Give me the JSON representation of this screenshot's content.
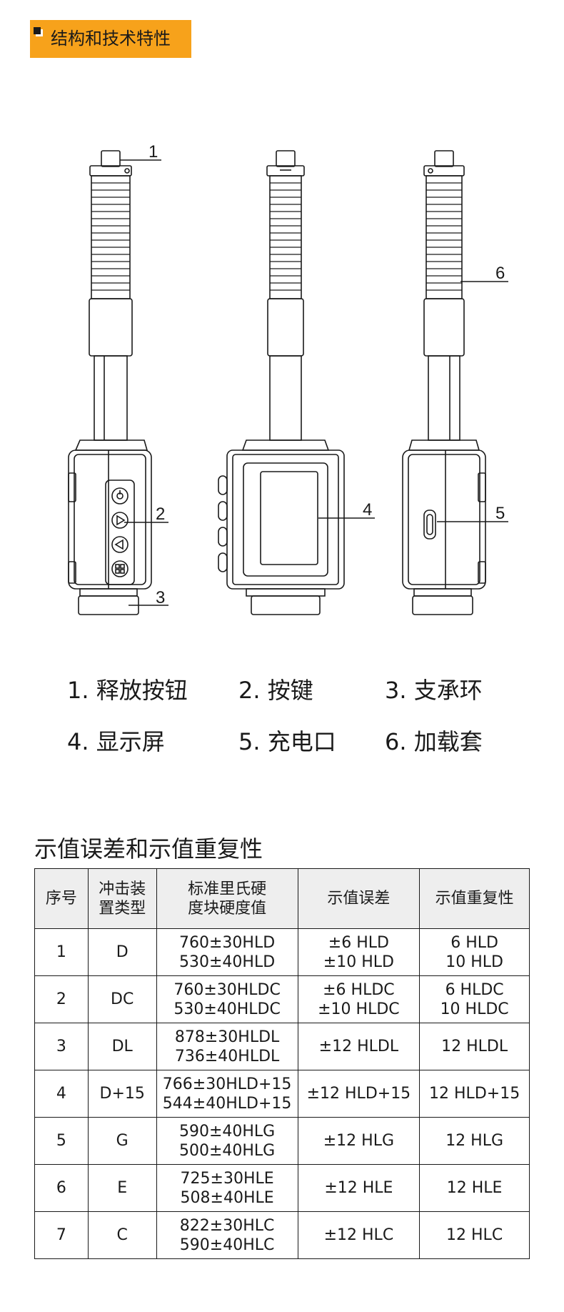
{
  "header": {
    "title": "结构和技术特性"
  },
  "diagram": {
    "callouts": [
      "1",
      "2",
      "3",
      "4",
      "5",
      "6"
    ]
  },
  "legend": {
    "items": [
      "1. 释放按钮",
      "2. 按键",
      "3. 支承环",
      "4. 显示屏",
      "5. 充电口",
      "6. 加载套"
    ]
  },
  "table_section": {
    "title": "示值误差和示值重复性",
    "headers": {
      "index": "序号",
      "device_type": [
        "冲击装",
        "置类型"
      ],
      "block": [
        "标准里氏硬",
        "度块硬度值"
      ],
      "error": "示值误差",
      "repeatability": "示值重复性"
    },
    "rows": [
      {
        "index": "1",
        "type": "D",
        "block": [
          "760±30HLD",
          "530±40HLD"
        ],
        "error": [
          "±6 HLD",
          "±10 HLD"
        ],
        "rep": [
          "6 HLD",
          "10 HLD"
        ]
      },
      {
        "index": "2",
        "type": "DC",
        "block": [
          "760±30HLDC",
          "530±40HLDC"
        ],
        "error": [
          "±6 HLDC",
          "±10 HLDC"
        ],
        "rep": [
          "6 HLDC",
          "10 HLDC"
        ]
      },
      {
        "index": "3",
        "type": "DL",
        "block": [
          "878±30HLDL",
          "736±40HLDL"
        ],
        "error": [
          "±12 HLDL"
        ],
        "rep": [
          "12 HLDL"
        ]
      },
      {
        "index": "4",
        "type": "D+15",
        "block": [
          "766±30HLD+15",
          "544±40HLD+15"
        ],
        "error": [
          "±12 HLD+15"
        ],
        "rep": [
          "12 HLD+15"
        ]
      },
      {
        "index": "5",
        "type": "G",
        "block": [
          "590±40HLG",
          "500±40HLG"
        ],
        "error": [
          "±12 HLG"
        ],
        "rep": [
          "12 HLG"
        ]
      },
      {
        "index": "6",
        "type": "E",
        "block": [
          "725±30HLE",
          "508±40HLE"
        ],
        "error": [
          "±12 HLE"
        ],
        "rep": [
          "12 HLE"
        ]
      },
      {
        "index": "7",
        "type": "C",
        "block": [
          "822±30HLC",
          "590±40HLC"
        ],
        "error": [
          "±12 HLC"
        ],
        "rep": [
          "12 HLC"
        ]
      }
    ]
  }
}
